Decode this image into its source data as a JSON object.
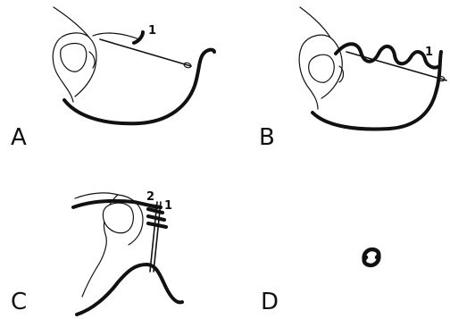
{
  "panels": [
    {
      "id": "A",
      "letter": "A",
      "steps": [
        "1"
      ]
    },
    {
      "id": "B",
      "letter": "B",
      "steps": [
        "1"
      ]
    },
    {
      "id": "C",
      "letter": "C",
      "steps": [
        "2",
        "1"
      ]
    },
    {
      "id": "D",
      "letter": "D",
      "steps": []
    }
  ],
  "colors": {
    "ink": "#111111",
    "background": "#ffffff"
  },
  "icons": {
    "final_knot": "knot-icon"
  }
}
